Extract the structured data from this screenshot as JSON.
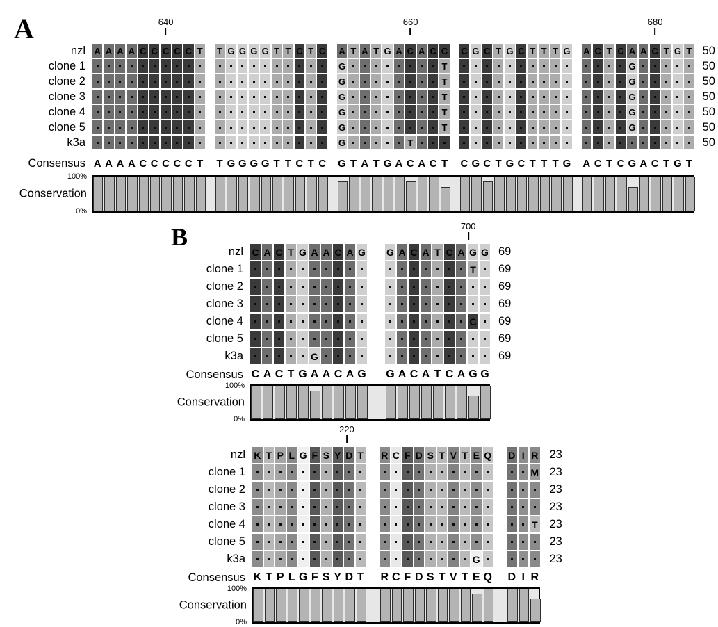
{
  "figure": {
    "palette": {
      "dna": {
        "A": "#6e6e6e",
        "C": "#3a3a3a",
        "G": "#cfcfcf",
        "T": "#acacac"
      },
      "protein": {
        "K": "#8c8c8c",
        "T": "#b9b9b9",
        "P": "#a6a6a6",
        "L": "#898989",
        "G": "#f0f0f0",
        "F": "#585858",
        "S": "#b1b1b1",
        "Y": "#595959",
        "D": "#747474",
        "R": "#8a8a8a",
        "C": "#e8e8e8",
        "V": "#838383",
        "E": "#8e8e8e",
        "Q": "#c6c6c6",
        "I": "#8f8f8f",
        "M": "#9c9c9c"
      },
      "conservation_bar": "#b4b4b4",
      "chart_background": "#e7e7e7"
    },
    "panels": [
      {
        "id": "A",
        "panel_letter": "A",
        "type": "dna",
        "ticks": [
          {
            "label": "640",
            "block": 0,
            "col": 7
          },
          {
            "label": "660",
            "block": 2,
            "col": 7
          },
          {
            "label": "680",
            "block": 4,
            "col": 7
          }
        ],
        "rows": [
          {
            "label": "nzl",
            "blocks": [
              "AAAACCCCCT",
              "TGGGGTTCTC",
              "ATATGACACC",
              "CGCTGCTTTG",
              "ACTCAACTGT"
            ],
            "end": "50"
          },
          {
            "label": "clone 1",
            "blocks": [
              "..........",
              "..........",
              "G........T",
              "..........",
              "....G....."
            ],
            "end": "50"
          },
          {
            "label": "clone 2",
            "blocks": [
              "..........",
              "..........",
              "G........T",
              "..........",
              "....G....."
            ],
            "end": "50"
          },
          {
            "label": "clone 3",
            "blocks": [
              "..........",
              "..........",
              "G........T",
              "..........",
              "....G....."
            ],
            "end": "50"
          },
          {
            "label": "clone 4",
            "blocks": [
              "..........",
              "..........",
              "G........T",
              "..........",
              "....G....."
            ],
            "end": "50"
          },
          {
            "label": "clone 5",
            "blocks": [
              "..........",
              "..........",
              "G........T",
              "..........",
              "....G....."
            ],
            "end": "50"
          },
          {
            "label": "k3a",
            "blocks": [
              "..........",
              "..........",
              "G.....T...",
              "..........",
              ".........."
            ],
            "end": "50"
          }
        ],
        "consensus_label": "Consensus",
        "consensus": [
          "AAAACCCCCT",
          "TGGGGTTCTC",
          "GTATGACACT",
          "CGCTGCTTTG",
          "ACTCGACTGT"
        ],
        "conservation_axis": {
          "top": "100%",
          "bottom": "0%",
          "label": "Conservation"
        },
        "conservation": [
          [
            100,
            100,
            100,
            100,
            100,
            100,
            100,
            100,
            100,
            100
          ],
          [
            100,
            100,
            100,
            100,
            100,
            100,
            100,
            100,
            100,
            100
          ],
          [
            86,
            100,
            100,
            100,
            100,
            100,
            86,
            100,
            100,
            71
          ],
          [
            100,
            100,
            86,
            100,
            100,
            100,
            100,
            100,
            100,
            100
          ],
          [
            100,
            100,
            100,
            100,
            71,
            100,
            100,
            100,
            100,
            100
          ]
        ]
      },
      {
        "id": "B",
        "panel_letter": "B",
        "type": "dna",
        "ticks": [
          {
            "label": "700",
            "block": 1,
            "col": 7.6
          }
        ],
        "rows": [
          {
            "label": "nzl",
            "blocks": [
              "CACTGAACAG",
              "GACATCAGG"
            ],
            "end": "69"
          },
          {
            "label": "clone 1",
            "blocks": [
              "..........",
              ".......T."
            ],
            "end": "69"
          },
          {
            "label": "clone 2",
            "blocks": [
              "..........",
              "........."
            ],
            "end": "69"
          },
          {
            "label": "clone 3",
            "blocks": [
              "..........",
              "........."
            ],
            "end": "69"
          },
          {
            "label": "clone 4",
            "blocks": [
              "..........",
              ".......C."
            ],
            "end": "69"
          },
          {
            "label": "clone 5",
            "blocks": [
              "..........",
              "........."
            ],
            "end": "69"
          },
          {
            "label": "k3a",
            "blocks": [
              ".....G....",
              "........."
            ],
            "end": "69"
          }
        ],
        "consensus_label": "Consensus",
        "consensus": [
          "CACTGAACAG",
          "GACATCAGG"
        ],
        "conservation_axis": {
          "top": "100%",
          "bottom": "0%",
          "label": "Conservation"
        },
        "conservation": [
          [
            100,
            100,
            100,
            100,
            100,
            86,
            100,
            100,
            100,
            100
          ],
          [
            100,
            100,
            100,
            100,
            100,
            100,
            100,
            71,
            100
          ]
        ]
      },
      {
        "id": "P",
        "panel_letter": "",
        "type": "protein",
        "ticks": [
          {
            "label": "220",
            "block": 0,
            "col": 8.8
          }
        ],
        "rows": [
          {
            "label": "nzl",
            "blocks": [
              "KTPLGFSYDT",
              "RCFDSTVTEQ",
              "DIR"
            ],
            "end": "23"
          },
          {
            "label": "clone 1",
            "blocks": [
              "..........",
              "..........",
              "..M"
            ],
            "end": "23"
          },
          {
            "label": "clone 2",
            "blocks": [
              "..........",
              "..........",
              "..."
            ],
            "end": "23"
          },
          {
            "label": "clone 3",
            "blocks": [
              "..........",
              "..........",
              "..."
            ],
            "end": "23"
          },
          {
            "label": "clone 4",
            "blocks": [
              "..........",
              "..........",
              "..T"
            ],
            "end": "23"
          },
          {
            "label": "clone 5",
            "blocks": [
              "..........",
              "..........",
              "..."
            ],
            "end": "23"
          },
          {
            "label": "k3a",
            "blocks": [
              "..........",
              "........G.",
              "..."
            ],
            "end": "23"
          }
        ],
        "consensus_label": "Consensus",
        "consensus": [
          "KTPLGFSYDT",
          "RCFDSTVTEQ",
          "DIR"
        ],
        "conservation_axis": {
          "top": "100%",
          "bottom": "0%",
          "label": "Conservation"
        },
        "conservation": [
          [
            100,
            100,
            100,
            100,
            100,
            100,
            100,
            100,
            100,
            100
          ],
          [
            100,
            100,
            100,
            100,
            100,
            100,
            100,
            100,
            86,
            100
          ],
          [
            100,
            100,
            71
          ]
        ]
      }
    ]
  }
}
